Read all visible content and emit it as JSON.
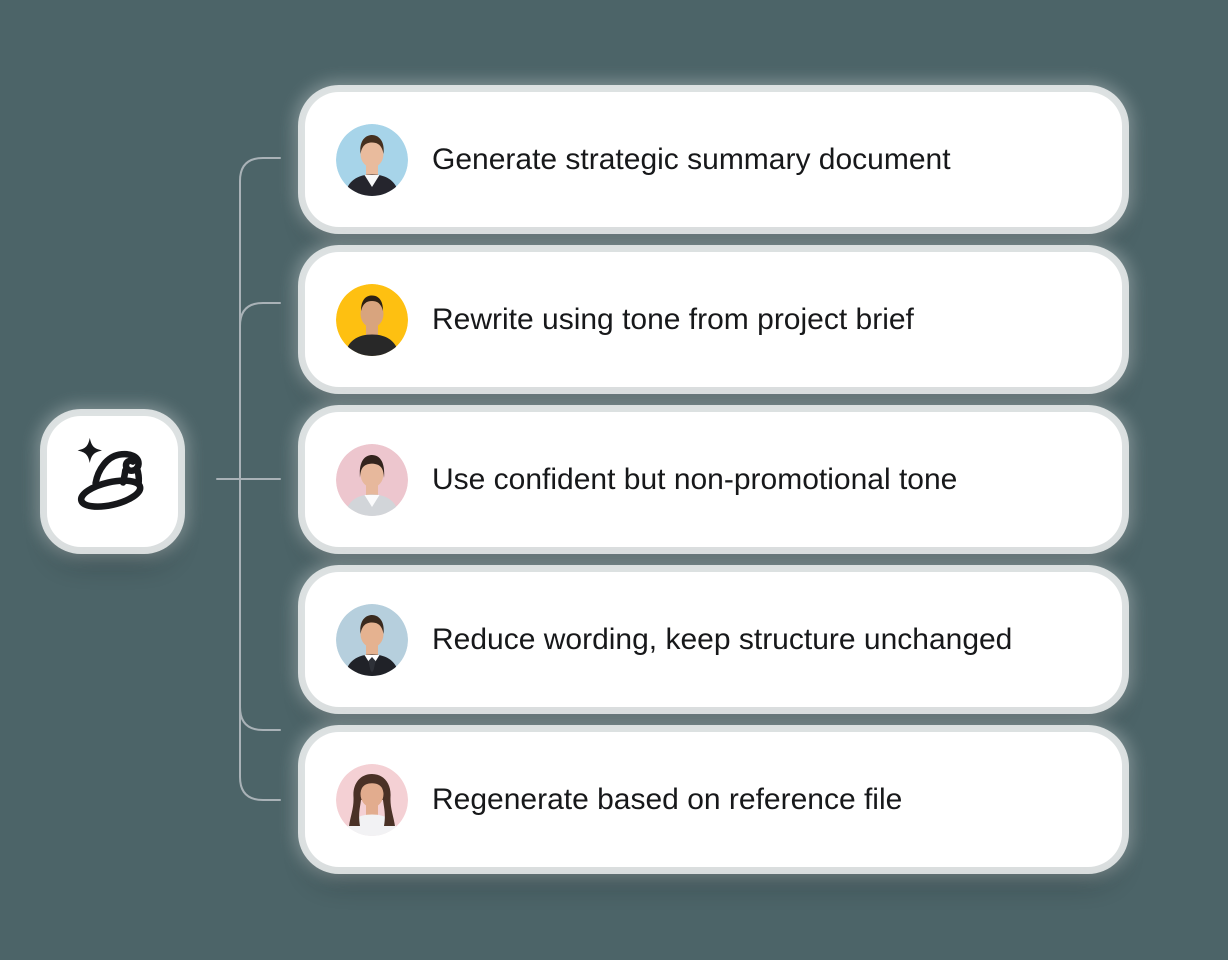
{
  "colors": {
    "background": "#4c6468",
    "connector_line": "#a9b2b7",
    "card_background": "#ffffff",
    "card_text": "#17181a",
    "hub_icon_stroke": "#16171a"
  },
  "hub": {
    "icon_name": "wizard-hat-sparkle-icon"
  },
  "cards": [
    {
      "label": "Generate strategic summary document",
      "avatar": {
        "name": "avatar-man-light-blue",
        "background": "#a7d4e9",
        "skin": "#e9bb9d",
        "hair": "#46301f",
        "clothes": "#25252d",
        "shirt": "#f7f8f9",
        "tie": null,
        "hair_style": "short"
      }
    },
    {
      "label": "Rewrite using tone from project brief",
      "avatar": {
        "name": "avatar-man-yellow",
        "background": "#fec011",
        "skin": "#d8a47e",
        "hair": "#2c2014",
        "clothes": "#282828",
        "shirt": null,
        "tie": null,
        "hair_style": "buzz"
      }
    },
    {
      "label": "Use confident but non-promotional tone",
      "avatar": {
        "name": "avatar-woman-pink",
        "background": "#edc6ce",
        "skin": "#e7b89c",
        "hair": "#33241d",
        "clothes": "#d2d5d9",
        "shirt": "#fbfbfc",
        "tie": null,
        "hair_style": "tight"
      }
    },
    {
      "label": "Reduce wording, keep structure unchanged",
      "avatar": {
        "name": "avatar-man-slate-blue",
        "background": "#b6cfdd",
        "skin": "#e5b290",
        "hair": "#3a2a1e",
        "clothes": "#202228",
        "shirt": "#ffffff",
        "tie": "#2e3138",
        "hair_style": "short"
      }
    },
    {
      "label": "Regenerate based on reference file",
      "avatar": {
        "name": "avatar-woman-rose",
        "background": "#f4d0d4",
        "skin": "#e2ac8e",
        "hair": "#4a3126",
        "clothes": "#f2f2f4",
        "shirt": null,
        "tie": null,
        "hair_style": "long"
      }
    }
  ]
}
